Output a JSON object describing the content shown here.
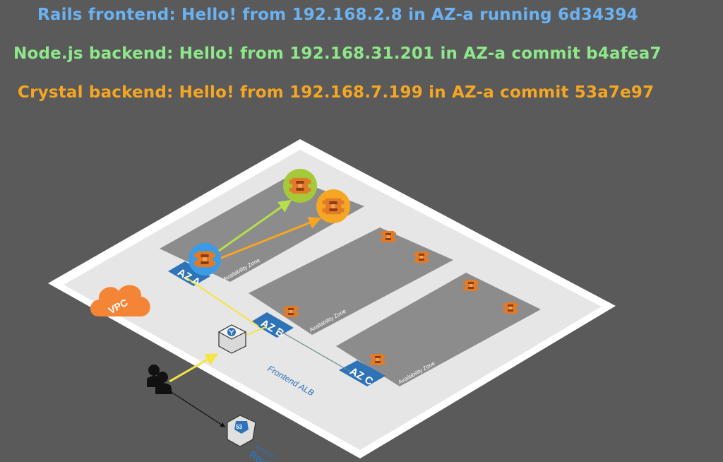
{
  "status": {
    "rails": {
      "text": "Rails frontend: Hello! from 192.168.2.8 in AZ-a running 6d34394",
      "color": "#6ab2f2"
    },
    "node": {
      "text": "Node.js backend: Hello! from 192.168.31.201 in AZ-a commit b4afea7",
      "color": "#8ee88a"
    },
    "crystal": {
      "text": "Crystal backend: Hello! from 192.168.7.199 in AZ-a commit 53a7e97",
      "color": "#f5a623"
    }
  },
  "diagram": {
    "vpc_label": "VPC",
    "az_a_tag": "AZ A",
    "az_b_tag": "AZ B",
    "az_c_tag": "AZ C",
    "zone_label": "Availability Zone",
    "alb_label": "Frontend ALB",
    "route53_title": "Amazon",
    "route53_name": "Route",
    "route53_number": "53",
    "colors": {
      "vpc": "#f58536",
      "az_tag": "#2e73b8",
      "ec2": "#e07b2a",
      "rails_ring": "#3b9be6",
      "node_ring": "#a6c93a",
      "crystal_ring": "#f5a623",
      "arrow_green": "#b5e04a",
      "arrow_orange": "#f5a623",
      "arrow_yellow": "#f4e542"
    }
  }
}
